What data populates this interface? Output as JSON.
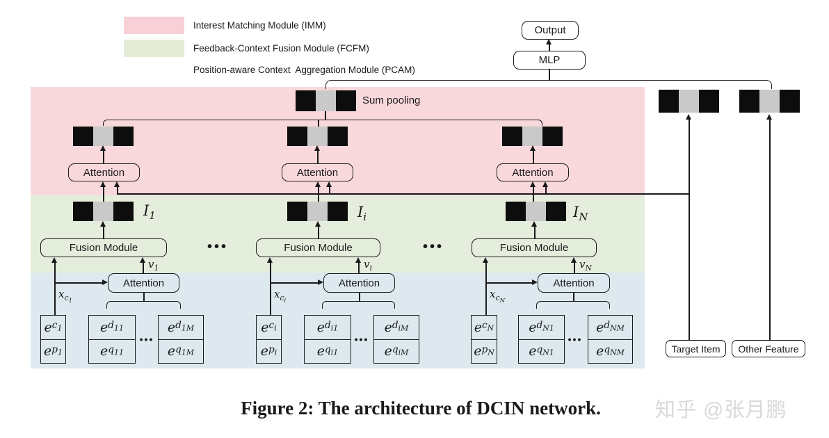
{
  "colors": {
    "imm_band": "#f9d8dc",
    "fcfm_band": "#e5eedc",
    "pcam_band": "#dde9ee",
    "imm_swatch": "#f8d0d7",
    "fcfm_swatch": "#e4ecd8",
    "pcam_swatch": "#dcе9ef",
    "block_dark": "#0d0d0d",
    "block_light": "#c9c9c9"
  },
  "legend": [
    {
      "label": "Interest Matching Module (IMM)"
    },
    {
      "label": "Feedback-Context Fusion Module (FCFM)"
    },
    {
      "label": "Position-aware Context  Aggregation Module (PCAM)"
    }
  ],
  "top": {
    "output": "Output",
    "mlp": "MLP"
  },
  "imm": {
    "sum_pooling": "Sum pooling",
    "attention": "Attention"
  },
  "fcfm": {
    "fusion": "Fusion Module",
    "dots": "•••",
    "interests": [
      {
        "base": "I",
        "sub": "1"
      },
      {
        "base": "I",
        "sub": "i"
      },
      {
        "base": "I",
        "sub": "N"
      }
    ],
    "v_labels": [
      {
        "base": "v",
        "sub": "1"
      },
      {
        "base": "v",
        "sub": "i"
      },
      {
        "base": "v",
        "sub": "N"
      }
    ]
  },
  "pcam": {
    "attention": "Attention",
    "dots": "•••",
    "x_labels": [
      {
        "base": "x",
        "sub": "c",
        "subsub": "1"
      },
      {
        "base": "x",
        "sub": "c",
        "subsub": "i"
      },
      {
        "base": "x",
        "sub": "c",
        "subsub": "N"
      }
    ],
    "context_cells": [
      [
        {
          "base": "e",
          "sub": "c",
          "subsub": "1"
        },
        {
          "base": "e",
          "sub": "p",
          "subsub": "1"
        }
      ],
      [
        {
          "base": "e",
          "sub": "c",
          "subsub": "i"
        },
        {
          "base": "e",
          "sub": "p",
          "subsub": "i"
        }
      ],
      [
        {
          "base": "e",
          "sub": "c",
          "subsub": "N"
        },
        {
          "base": "e",
          "sub": "p",
          "subsub": "N"
        }
      ]
    ],
    "display_cells": [
      [
        [
          {
            "base": "e",
            "sub": "d",
            "subsub": "11"
          },
          {
            "base": "e",
            "sub": "q",
            "subsub": "11"
          }
        ],
        [
          {
            "base": "e",
            "sub": "d",
            "subsub": "1M"
          },
          {
            "base": "e",
            "sub": "q",
            "subsub": "1M"
          }
        ]
      ],
      [
        [
          {
            "base": "e",
            "sub": "d",
            "subsub": "i1"
          },
          {
            "base": "e",
            "sub": "q",
            "subsub": "i1"
          }
        ],
        [
          {
            "base": "e",
            "sub": "d",
            "subsub": "iM"
          },
          {
            "base": "e",
            "sub": "q",
            "subsub": "iM"
          }
        ]
      ],
      [
        [
          {
            "base": "e",
            "sub": "d",
            "subsub": "N1"
          },
          {
            "base": "e",
            "sub": "q",
            "subsub": "N1"
          }
        ],
        [
          {
            "base": "e",
            "sub": "d",
            "subsub": "NM"
          },
          {
            "base": "e",
            "sub": "q",
            "subsub": "NM"
          }
        ]
      ]
    ]
  },
  "right": {
    "target_item": "Target Item",
    "other_feature": "Other Feature"
  },
  "caption": "Figure 2: The architecture of DCIN network.",
  "watermark": "知乎 @张月鹏"
}
